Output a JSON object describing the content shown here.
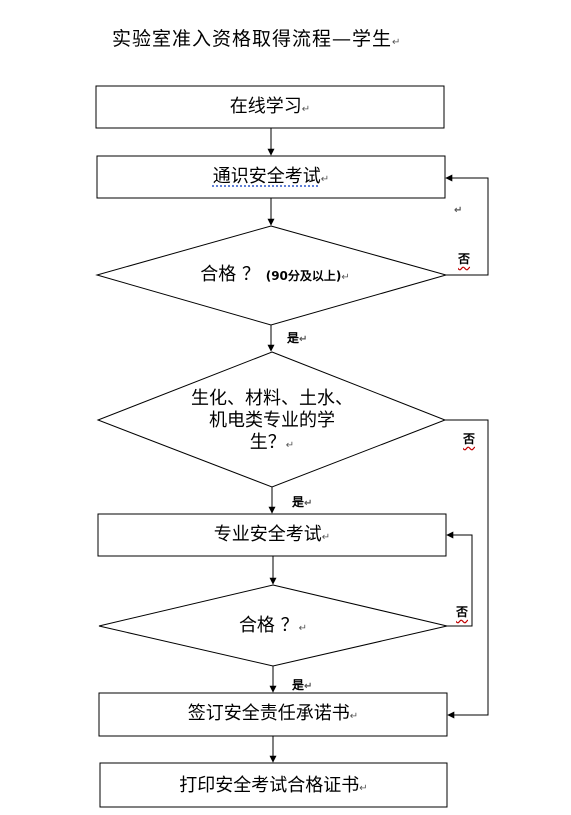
{
  "title": "实验室准入资格取得流程—学生",
  "para_mark": "↵",
  "nodes": {
    "online_study": "在线学习",
    "general_exam": "通识安全考试",
    "pass_check_1": "合格 ？",
    "pass_check_1_note": "(90分及以上)",
    "major_check_line1": "生化、材料、土水、",
    "major_check_line2": "机电类专业的学",
    "major_check_line3": "生？",
    "major_exam": "专业安全考试",
    "pass_check_2": "合格 ？",
    "sign_commitment": "签订安全责任承诺书",
    "print_certificate": "打印安全考试合格证书"
  },
  "labels": {
    "yes": "是",
    "no": "否"
  }
}
